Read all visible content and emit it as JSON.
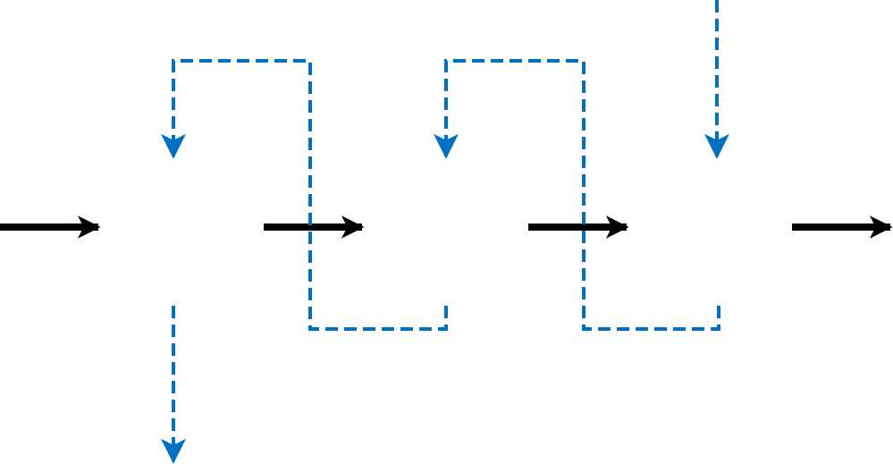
{
  "colors": {
    "main_flow": "#000000",
    "counter_flow": "#0070C0",
    "background": "#ffffff"
  },
  "diagram": {
    "main_flow_arrows": 4,
    "counter_flow_paths": 4,
    "line_styles": {
      "main_flow": "solid",
      "counter_flow": "dashed"
    }
  }
}
